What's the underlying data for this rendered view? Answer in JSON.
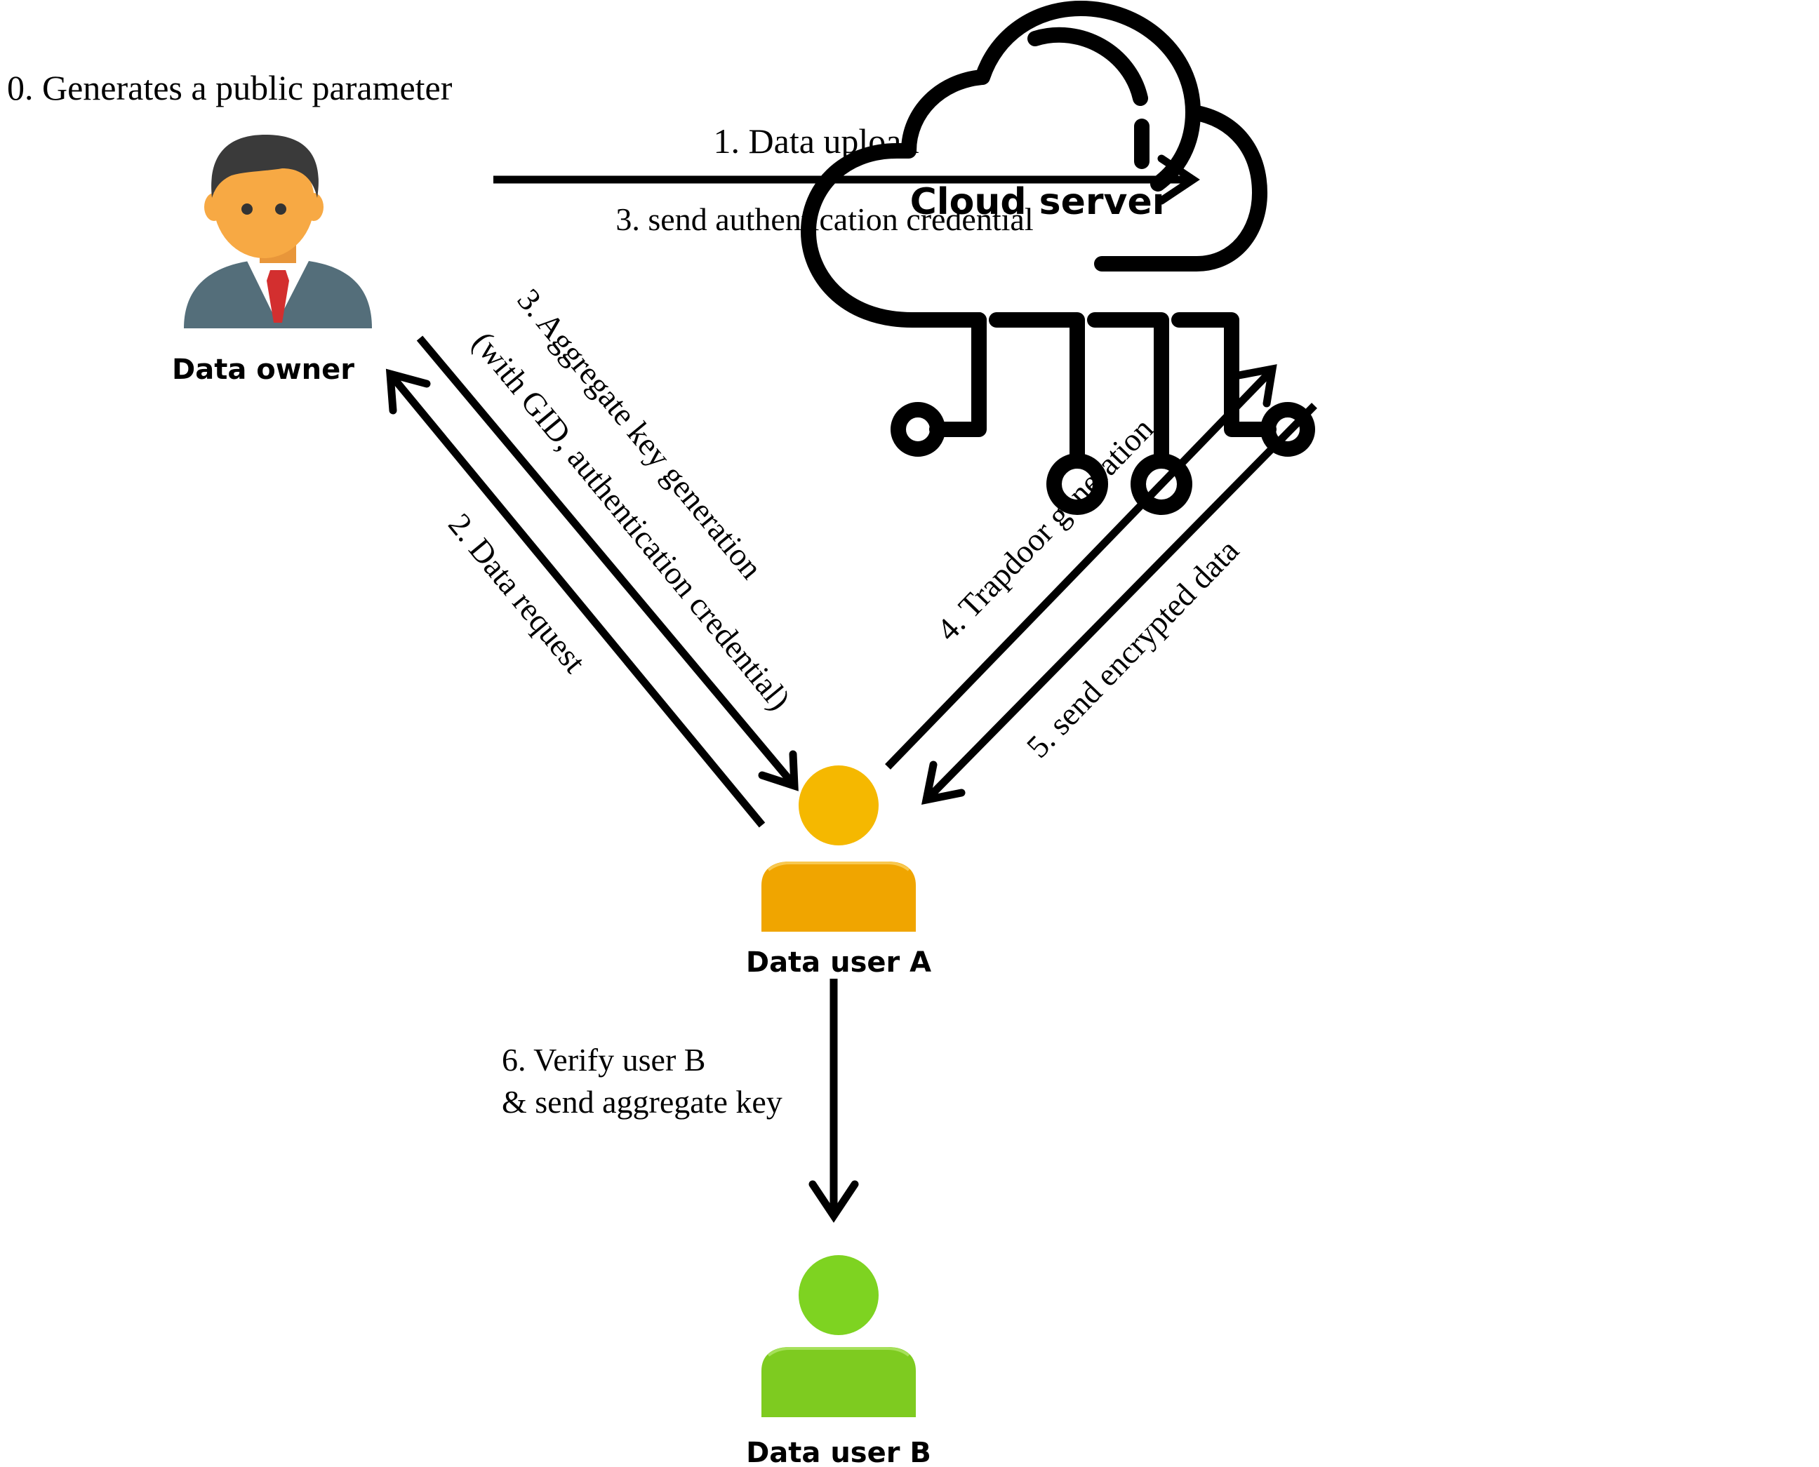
{
  "step0_label": "0. Generates a public parameter",
  "entities": {
    "data_owner": "Data owner",
    "cloud_server": "Cloud server",
    "data_user_a": "Data user A",
    "data_user_b": "Data user B"
  },
  "arrows": {
    "data_upload": "1. Data upload",
    "send_auth_credential": "3. send authentication credential",
    "aggregate_key_line1": "3. Aggregate key generation",
    "aggregate_key_line2": "(with GID, authentication credential)",
    "data_request": "2. Data request",
    "trapdoor_generation": "4. Trapdoor generation",
    "send_encrypted_data": "5. send encrypted data",
    "verify_line1": "6. Verify user B",
    "verify_line2": "& send aggregate key"
  },
  "colors": {
    "user_a": "#f5b800",
    "user_a_body": "#f0a500",
    "user_b": "#7ed321",
    "owner_skin": "#f7a944",
    "owner_hair": "#3a3a3a",
    "owner_suit": "#546e7a",
    "owner_tie": "#d32f2f"
  },
  "icons": {
    "data_owner": "businessman-icon",
    "cloud_server": "cloud-network-icon",
    "data_user_a": "user-icon",
    "data_user_b": "user-icon"
  }
}
